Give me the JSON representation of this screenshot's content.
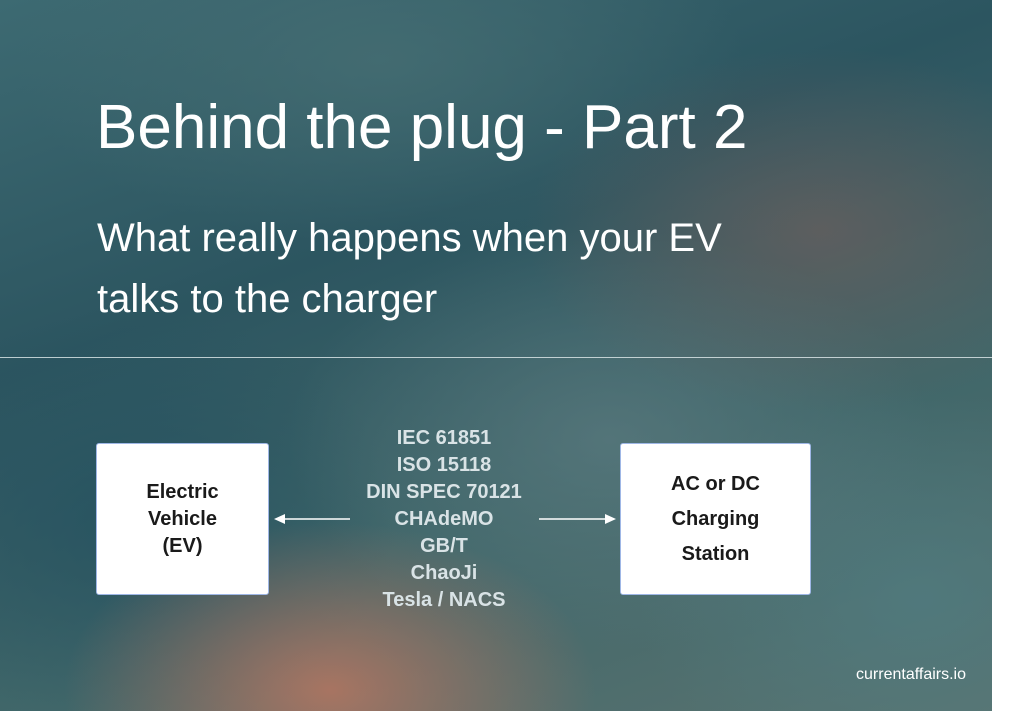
{
  "slide": {
    "title": "Behind the plug - Part 2",
    "subtitle_lines": [
      "What really happens when your EV",
      "talks to the charger"
    ],
    "footer": "currentaffairs.io"
  },
  "diagram": {
    "left_box_lines": [
      "Electric",
      "Vehicle",
      "(EV)"
    ],
    "right_box_lines": [
      "AC or DC",
      "Charging",
      "Station"
    ],
    "protocols": [
      "IEC 61851",
      "ISO 15118",
      "DIN SPEC 70121",
      "CHAdeMO",
      "GB/T",
      "ChaoJi",
      "Tesla / NACS"
    ]
  },
  "colors": {
    "box_border": "#9fb7e6",
    "protocol_text": "#d9e3e6",
    "title_text": "#ffffff"
  }
}
